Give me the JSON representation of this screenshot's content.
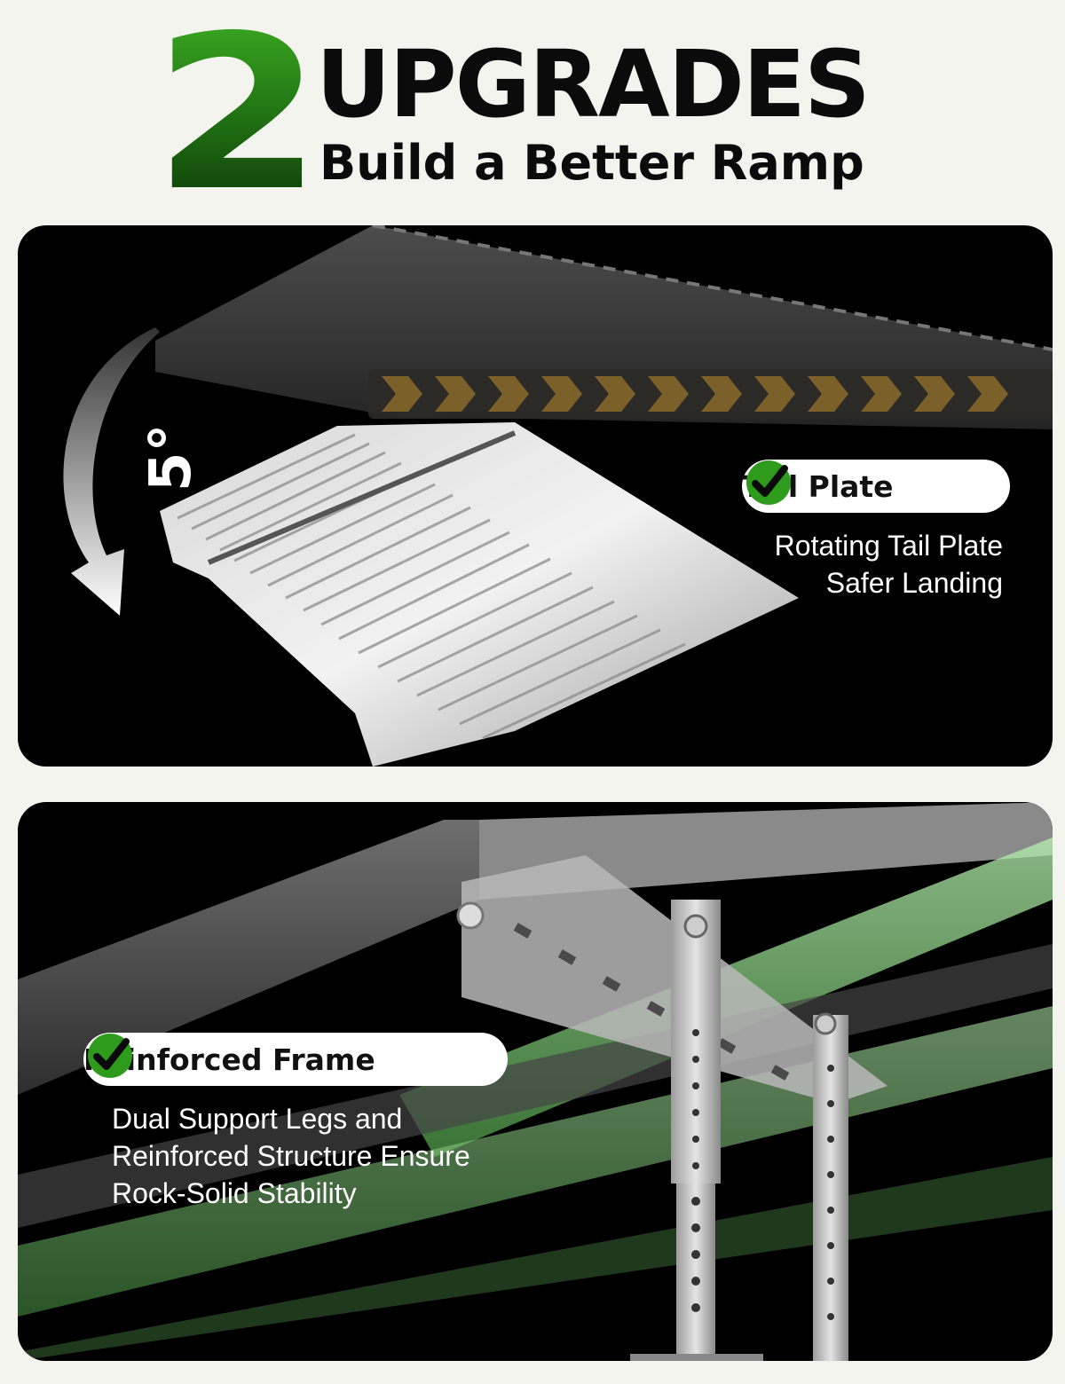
{
  "header": {
    "number": "2",
    "title": "UPGRADES",
    "subtitle": "Build a Better Ramp"
  },
  "feature_tail_plate": {
    "angle_label": "5°",
    "badge_label": "Tail Plate",
    "badge_icon": "check-circle-icon",
    "description_lines": [
      "Rotating Tail Plate",
      "Safer Landing"
    ]
  },
  "feature_frame": {
    "badge_label": "Reinforced Frame",
    "badge_icon": "check-circle-icon",
    "description_lines": [
      "Dual Support Legs and",
      "Reinforced Structure Ensure",
      "Rock-Solid Stability"
    ]
  },
  "colors": {
    "accent_green": "#2f9b1c",
    "panel_bg": "#000000",
    "page_bg": "#f4f4ee",
    "glow_green": "#8fdf8a"
  }
}
